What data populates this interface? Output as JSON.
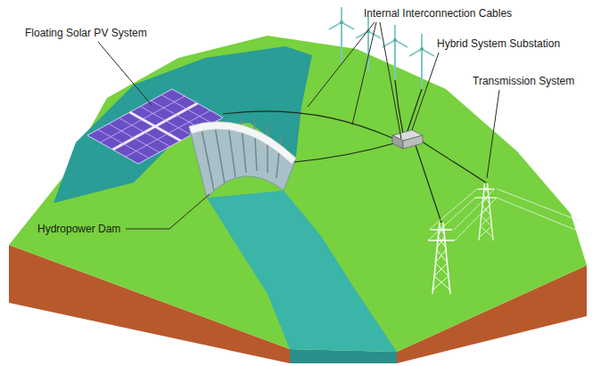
{
  "diagram": {
    "labels": [
      "Floating Solar PV System",
      "Internal Interconnection Cables",
      "Hybrid System Substation",
      "Transmission System",
      "Hydropower Dam"
    ]
  }
}
